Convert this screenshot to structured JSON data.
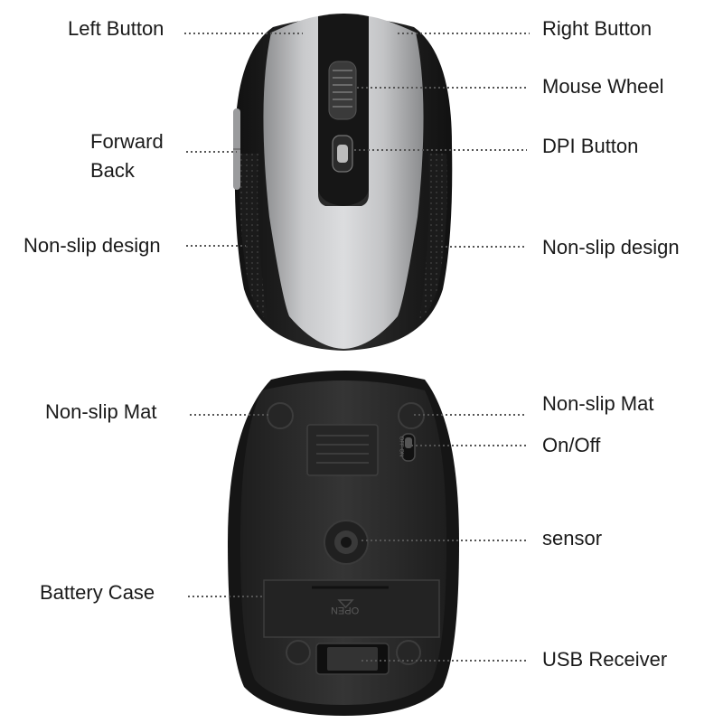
{
  "labels": {
    "top_left": {
      "left_button": "Left Button",
      "forward_back_line1": "Forward",
      "forward_back_line2": "Back",
      "non_slip_design": "Non-slip design"
    },
    "top_right": {
      "right_button": "Right Button",
      "mouse_wheel": "Mouse Wheel",
      "dpi_button": "DPI Button",
      "non_slip_design": "Non-slip design"
    },
    "bottom_left": {
      "non_slip_mat": "Non-slip Mat",
      "battery_case": "Battery Case"
    },
    "bottom_right": {
      "non_slip_mat": "Non-slip Mat",
      "on_off": "On/Off",
      "sensor": "sensor",
      "usb_receiver": "USB Receiver"
    }
  },
  "device_markings": {
    "battery_cover": "OPEN",
    "switch": "OFF ON"
  },
  "colors": {
    "shell_silver": "#bdbec0",
    "body_black": "#1c1c1c",
    "bottom_plate": "#2a2a2a",
    "text": "#1a1a1a",
    "leader_line": "#555555"
  }
}
